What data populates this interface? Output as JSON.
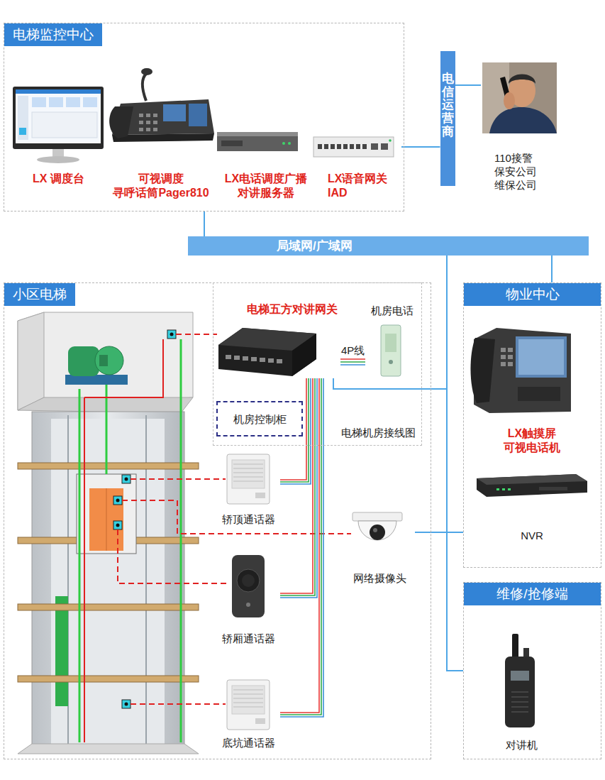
{
  "diagram": {
    "nodes": [
      {
        "text": [
          "电梯监控中心"
        ]
      },
      {
        "text": [
          "LX 调度台"
        ],
        "in": 0
      },
      {
        "text": [
          "可视调度 寻呼话筒Pager810"
        ],
        "in": 0
      },
      {
        "text": [
          "LX电话调度广播 对讲服务器"
        ],
        "in": 0
      },
      {
        "text": [
          "LX语音网关 IAD"
        ],
        "in": 0
      },
      {
        "text": [
          "电信运营商"
        ]
      },
      {
        "text": [
          "110接警 保安公司 维保公司"
        ]
      },
      {
        "text": [
          "局域网/广域网"
        ]
      },
      {
        "text": [
          "小区电梯"
        ]
      },
      {
        "text": [
          "电梯机房接线图"
        ],
        "in": 8
      },
      {
        "text": [
          "电梯五方对讲网关"
        ],
        "in": 9
      },
      {
        "text": [
          "机房电话"
        ],
        "in": 9
      },
      {
        "text": [
          "机房控制柜"
        ],
        "in": 9
      },
      {
        "text": [
          "轿顶通话器"
        ],
        "in": 8
      },
      {
        "text": [
          "轿厢通话器"
        ],
        "in": 8
      },
      {
        "text": [
          "底坑通话器"
        ],
        "in": 8
      },
      {
        "text": [
          "网络摄像头"
        ],
        "in": 8
      },
      {
        "text": [
          "物业中心"
        ]
      },
      {
        "text": [
          "LX触摸屏 可视电话机"
        ],
        "in": 17
      },
      {
        "text": [
          "NVR"
        ],
        "in": 17
      },
      {
        "text": [
          "维修/抢修端"
        ]
      },
      {
        "text": [
          "对讲机"
        ],
        "in": 20
      }
    ],
    "edges": [
      {
        "from": 0,
        "to": 7,
        "arrow": "none"
      },
      {
        "from": 4,
        "to": 5,
        "arrow": "none"
      },
      {
        "from": 5,
        "to": 6,
        "arrow": "none"
      },
      {
        "from": 7,
        "to": 17,
        "arrow": "none"
      },
      {
        "from": 7,
        "to": 10,
        "arrow": "none"
      },
      {
        "from": 7,
        "to": 20,
        "arrow": "none"
      },
      {
        "from": 16,
        "to": 17,
        "arrow": "none"
      },
      {
        "from": 10,
        "to": 11,
        "label": "4P线",
        "arrow": "none"
      },
      {
        "from": 10,
        "to": 13,
        "arrow": "none"
      },
      {
        "from": 10,
        "to": 14,
        "arrow": "none"
      },
      {
        "from": 10,
        "to": 15,
        "arrow": "none"
      }
    ]
  }
}
